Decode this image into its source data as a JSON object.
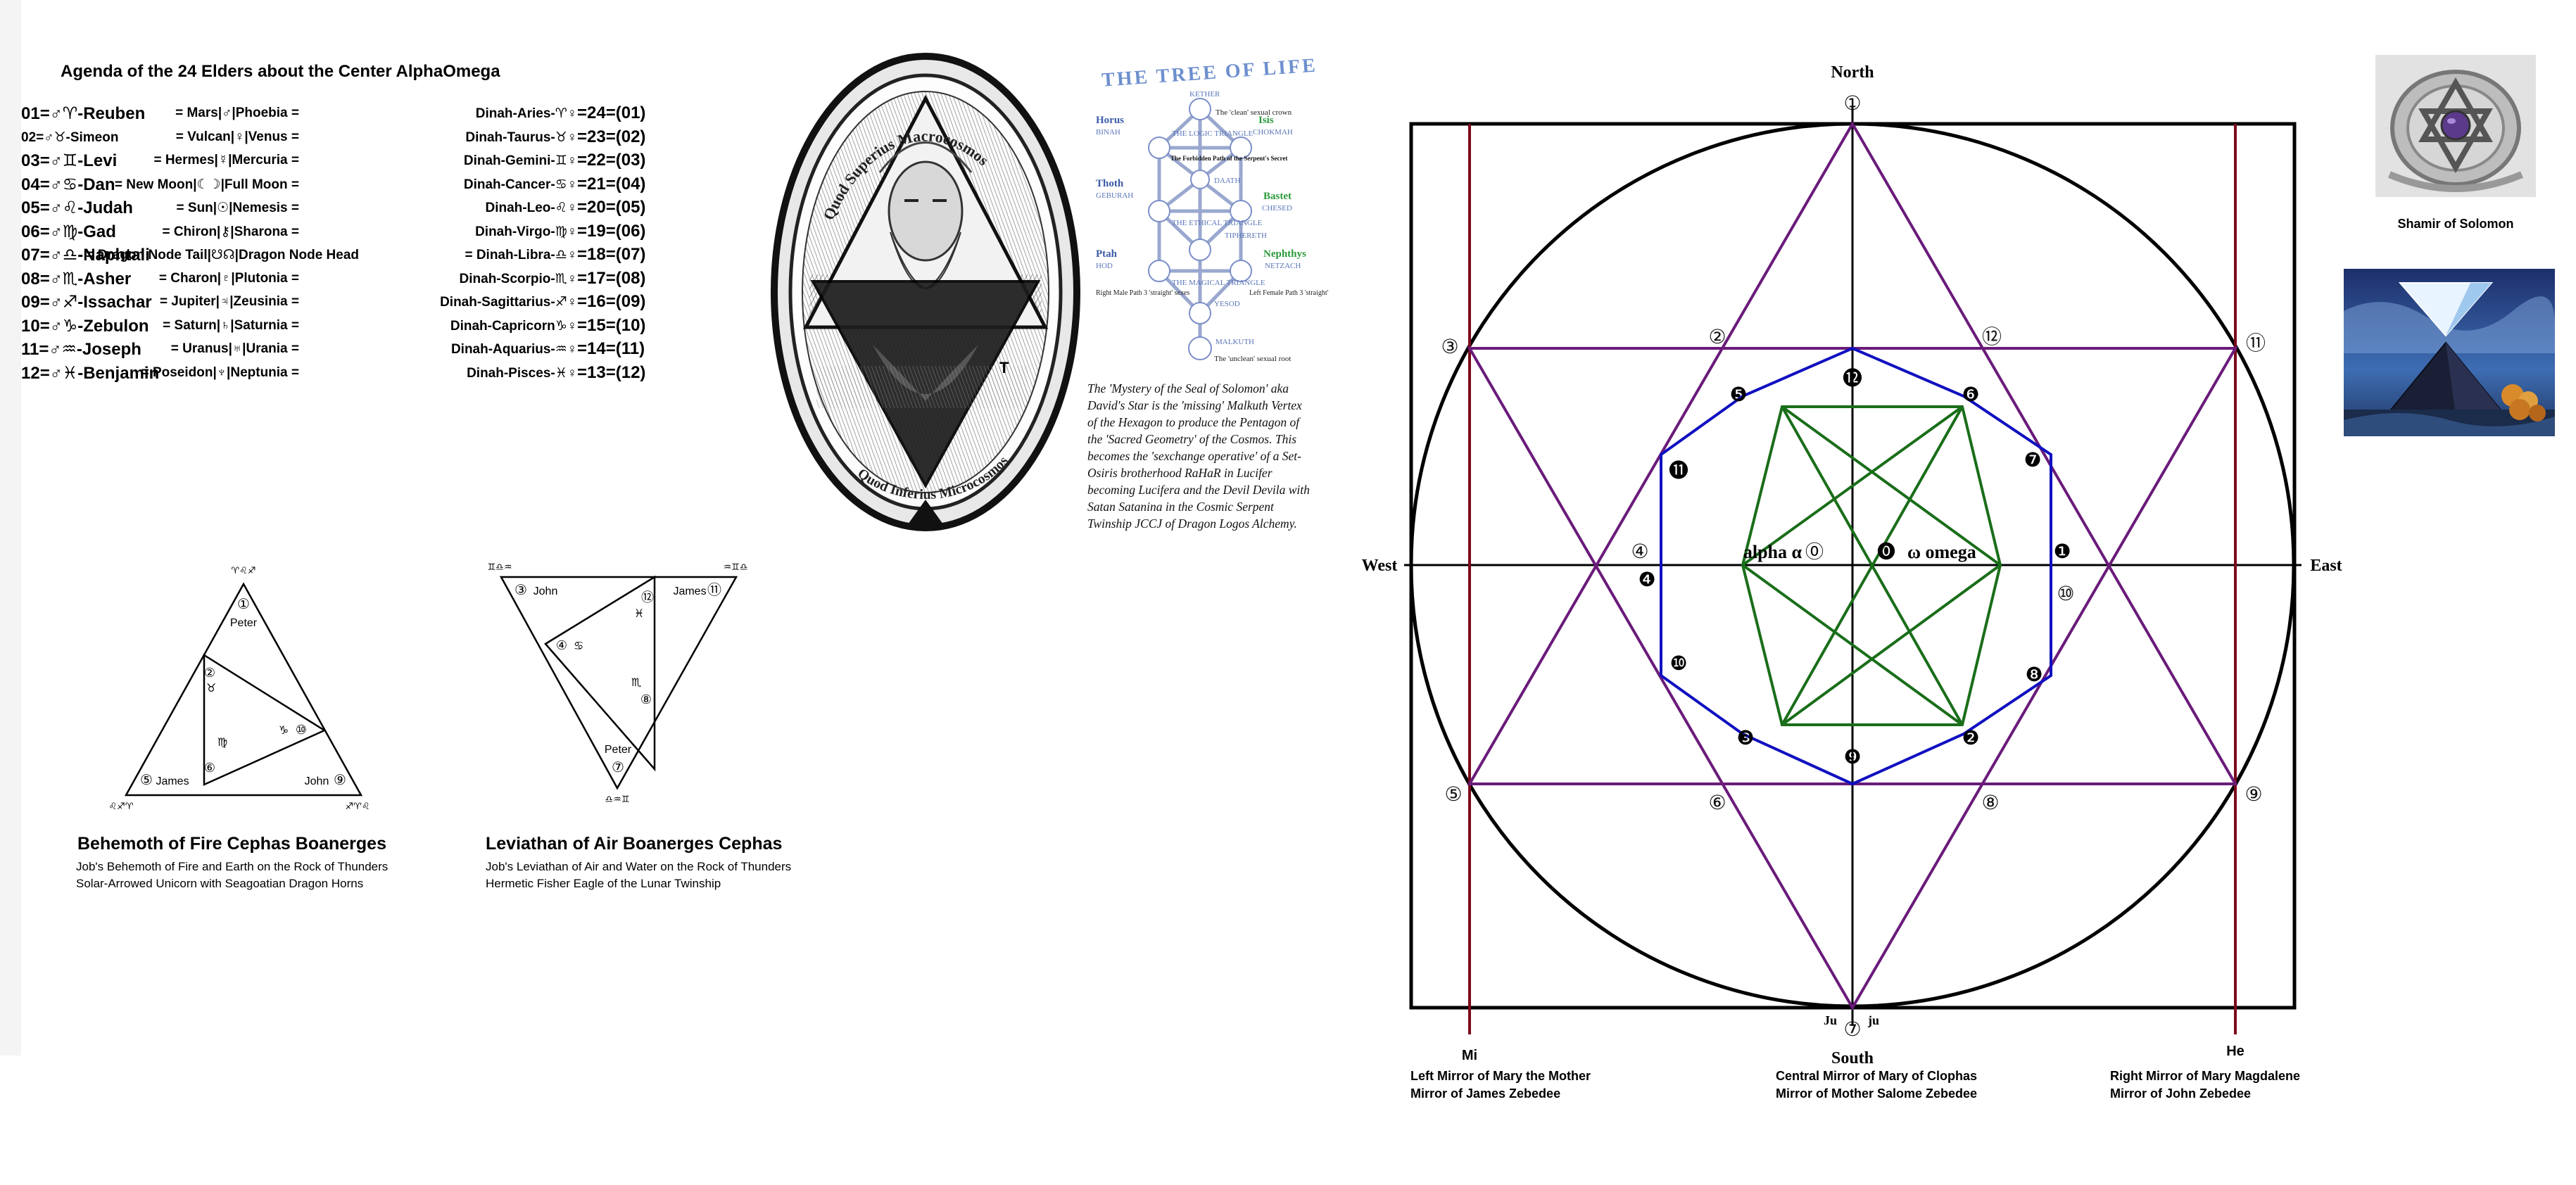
{
  "agenda": {
    "title": "Agenda of the 24 Elders about the Center AlphaOmega",
    "rows": [
      {
        "elder": "01=♂♈-Reuben",
        "planet": "= Mars|♂|Phoebia =",
        "sign": "Dinah-Aries-♈♀",
        "value": "=24=(01)"
      },
      {
        "elder": "02=♂♉-Simeon",
        "planet": "= Vulcan|♀|Venus =",
        "sign": "Dinah-Taurus-♉♀",
        "value": "=23=(02)"
      },
      {
        "elder": "03=♂♊-Levi",
        "planet": "= Hermes|☿|Mercuria =",
        "sign": "Dinah-Gemini-♊♀",
        "value": "=22=(03)"
      },
      {
        "elder": "04=♂♋-Dan",
        "planet": "= New Moon|☾☽|Full Moon =",
        "sign": "Dinah-Cancer-♋♀",
        "value": "=21=(04)"
      },
      {
        "elder": "05=♂♌-Judah",
        "planet": "= Sun|☉|Nemesis =",
        "sign": "Dinah-Leo-♌♀",
        "value": "=20=(05)"
      },
      {
        "elder": "06=♂♍-Gad",
        "planet": "= Chiron|⚷|Sharona =",
        "sign": "Dinah-Virgo-♍♀",
        "value": "=19=(06)"
      },
      {
        "elder": "07=♂♎-Naphtali",
        "planet": "= Dragon Node Tail|☋☊|Dragon Node Head",
        "sign": "= Dinah-Libra-♎♀",
        "value": "=18=(07)"
      },
      {
        "elder": "08=♂♏-Asher",
        "planet": "= Charon|♇|Plutonia =",
        "sign": "Dinah-Scorpio-♏♀",
        "value": "=17=(08)"
      },
      {
        "elder": "09=♂♐-Issachar",
        "planet": "= Jupiter|♃|Zeusinia =",
        "sign": "Dinah-Sagittarius-♐♀",
        "value": "=16=(09)"
      },
      {
        "elder": "10=♂♑-Zebulon",
        "planet": "= Saturn|♄|Saturnia =",
        "sign": "Dinah-Capricorn♑♀",
        "value": "=15=(10)"
      },
      {
        "elder": "11=♂♒-Joseph",
        "planet": "= Uranus|♅|Urania =",
        "sign": "Dinah-Aquarius-♒♀",
        "value": "=14=(11)"
      },
      {
        "elder": "12=♂♓-Benjamin",
        "planet": "= Poseidon|♆|Neptunia =",
        "sign": "Dinah-Pisces-♓♀",
        "value": "=13=(12)"
      }
    ]
  },
  "seal": {
    "top_text": "Quod Superius Macrocosmos",
    "bottom_text": "Quod Inferius Microcosmos"
  },
  "tree_of_life": {
    "title": "THE TREE OF LIFE",
    "labels": {
      "kether": "KETHER",
      "crown": "The 'clean' sexual crown",
      "horus": "Horus",
      "binah": "BINAH",
      "isis": "Isis",
      "chokmah": "CHOKMAH",
      "logic": "THE LOGIC TRIANGLE",
      "forbidden": "The Forbidden Path of the Serpent's Secret",
      "daath": "DAATH",
      "thoth": "Thoth",
      "geburah": "GEBURAH",
      "bastet": "Bastet",
      "chesed": "CHESED",
      "ethical": "THE ETHICAL TRIANGLE",
      "tiphereth": "TIPHERETH",
      "ptah": "Ptah",
      "hod": "HOD",
      "nephthys": "Nephthys",
      "netzach": "NETZACH",
      "magical": "THE MAGICAL TRIANGLE",
      "right_male": "Right Male Path 3 'straight' sexes",
      "left_female": "Left Female Path 3 'straight' sexes",
      "yesod": "YESOD",
      "malkuth": "MALKUTH",
      "unclean": "The 'unclean' sexual root"
    },
    "caption": [
      "The 'Mystery of the Seal of Solomon' aka",
      "David's Star is the 'missing' Malkuth Vertex",
      "of the Hexagon to produce the Pentagon of",
      "the 'Sacred Geometry' of the Cosmos. This",
      "becomes the 'sexchange operative' of a Set-",
      "Osiris brotherhood RaHaR in Lucifer",
      "becoming Lucifera and the Devil Devila with",
      "Satan Satanina in the Cosmic Serpent",
      "Twinship JCCJ of Dragon Logos Alchemy."
    ]
  },
  "behemoth": {
    "corner_top": "♈♌♐",
    "corner_left": "♌♐♈",
    "corner_right": "♐♈♌",
    "peter": "Peter",
    "james": "James",
    "john": "John",
    "n1": "①",
    "n2": "②",
    "n5": "⑤",
    "n6": "⑥",
    "n9": "⑨",
    "n10": "⑩",
    "g_taurus": "♉",
    "g_virgo": "♍",
    "g_cap": "♑",
    "title": "Behemoth of Fire Cephas Boanerges",
    "line1": "Job's Behemoth of Fire and Earth on the Rock of Thunders",
    "line2": "Solar-Arrowed Unicorn with Seagoatian Dragon Horns"
  },
  "leviathan": {
    "corner_left": "♊♎♒",
    "corner_right": "♒♊♎",
    "corner_bottom": "♎♒♊",
    "john": "John",
    "james": "James",
    "peter": "Peter",
    "n3": "③",
    "n4": "④",
    "n7": "⑦",
    "n8": "⑧",
    "n11": "⑪",
    "n12": "⑫",
    "g_pisces": "♓",
    "g_cancer": "♋",
    "g_scorpio": "♏",
    "title": "Leviathan of Air Boanerges Cephas",
    "line1": "Job's Leviathan of Air and Water on the Rock of Thunders",
    "line2": "Hermetic Fisher Eagle of the Lunar Twinship"
  },
  "star_diagram": {
    "north": "North",
    "south": "South",
    "east": "East",
    "west": "West",
    "alpha": "alpha α",
    "omega": "ω omega",
    "zero_open": "⓪",
    "zero_filled": "⓿",
    "ju_left": "Ju",
    "ju_right": "ju",
    "outer_nums": {
      "n1": "①",
      "n2": "②",
      "n3": "③",
      "n4": "④",
      "n5": "⑤",
      "n6": "⑥",
      "n7": "⑦",
      "n8": "⑧",
      "n9": "⑨",
      "n10": "⑩",
      "n11": "⑪",
      "n12": "⑫"
    },
    "inner_nums": {
      "n1": "❶",
      "n2": "❷",
      "n3": "❸",
      "n4": "❹",
      "n5": "❺",
      "n6": "❻",
      "n7": "❼",
      "n8": "❽",
      "n9": "❾",
      "n10": "❿",
      "n11": "⓫",
      "n12": "⓬"
    },
    "mi": "Mi",
    "he": "He",
    "left_mirror_1": "Left Mirror of Mary the Mother",
    "left_mirror_2": "Mirror of James Zebedee",
    "central_mirror_1": "Central Mirror of Mary of Clophas",
    "central_mirror_2": "Mirror of Mother Salome Zebedee",
    "right_mirror_1": "Right Mirror of Mary Magdalene",
    "right_mirror_2": "Mirror of John Zebedee",
    "colors": {
      "purple": "#6a1b7a",
      "blue": "#1010c0",
      "green": "#1a6e1a",
      "maroon": "#7a0a1a"
    }
  },
  "right_images": {
    "ring_caption": "Shamir of Solomon"
  }
}
